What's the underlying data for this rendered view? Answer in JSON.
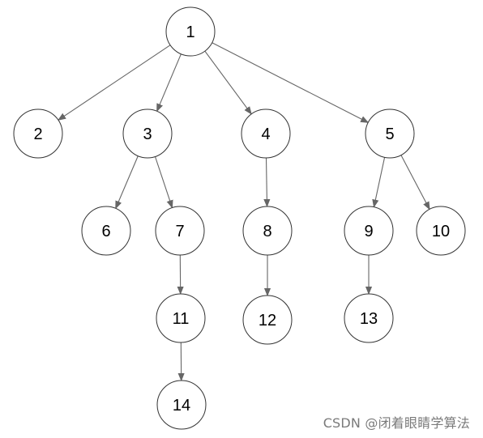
{
  "diagram": {
    "nodes": [
      {
        "id": "1",
        "label": "1"
      },
      {
        "id": "2",
        "label": "2"
      },
      {
        "id": "3",
        "label": "3"
      },
      {
        "id": "4",
        "label": "4"
      },
      {
        "id": "5",
        "label": "5"
      },
      {
        "id": "6",
        "label": "6"
      },
      {
        "id": "7",
        "label": "7"
      },
      {
        "id": "8",
        "label": "8"
      },
      {
        "id": "9",
        "label": "9"
      },
      {
        "id": "10",
        "label": "10"
      },
      {
        "id": "11",
        "label": "11"
      },
      {
        "id": "12",
        "label": "12"
      },
      {
        "id": "13",
        "label": "13"
      },
      {
        "id": "14",
        "label": "14"
      }
    ],
    "edges": [
      {
        "from": "1",
        "to": "2"
      },
      {
        "from": "1",
        "to": "3"
      },
      {
        "from": "1",
        "to": "4"
      },
      {
        "from": "1",
        "to": "5"
      },
      {
        "from": "3",
        "to": "6"
      },
      {
        "from": "3",
        "to": "7"
      },
      {
        "from": "4",
        "to": "8"
      },
      {
        "from": "5",
        "to": "9"
      },
      {
        "from": "5",
        "to": "10"
      },
      {
        "from": "7",
        "to": "11"
      },
      {
        "from": "8",
        "to": "12"
      },
      {
        "from": "9",
        "to": "13"
      },
      {
        "from": "11",
        "to": "14"
      }
    ],
    "colors": {
      "node_stroke": "#333333",
      "edge": "#666666",
      "text": "#000000",
      "watermark": "#7a7a7a"
    }
  },
  "watermark": {
    "text": "CSDN @闭着眼睛学算法"
  }
}
